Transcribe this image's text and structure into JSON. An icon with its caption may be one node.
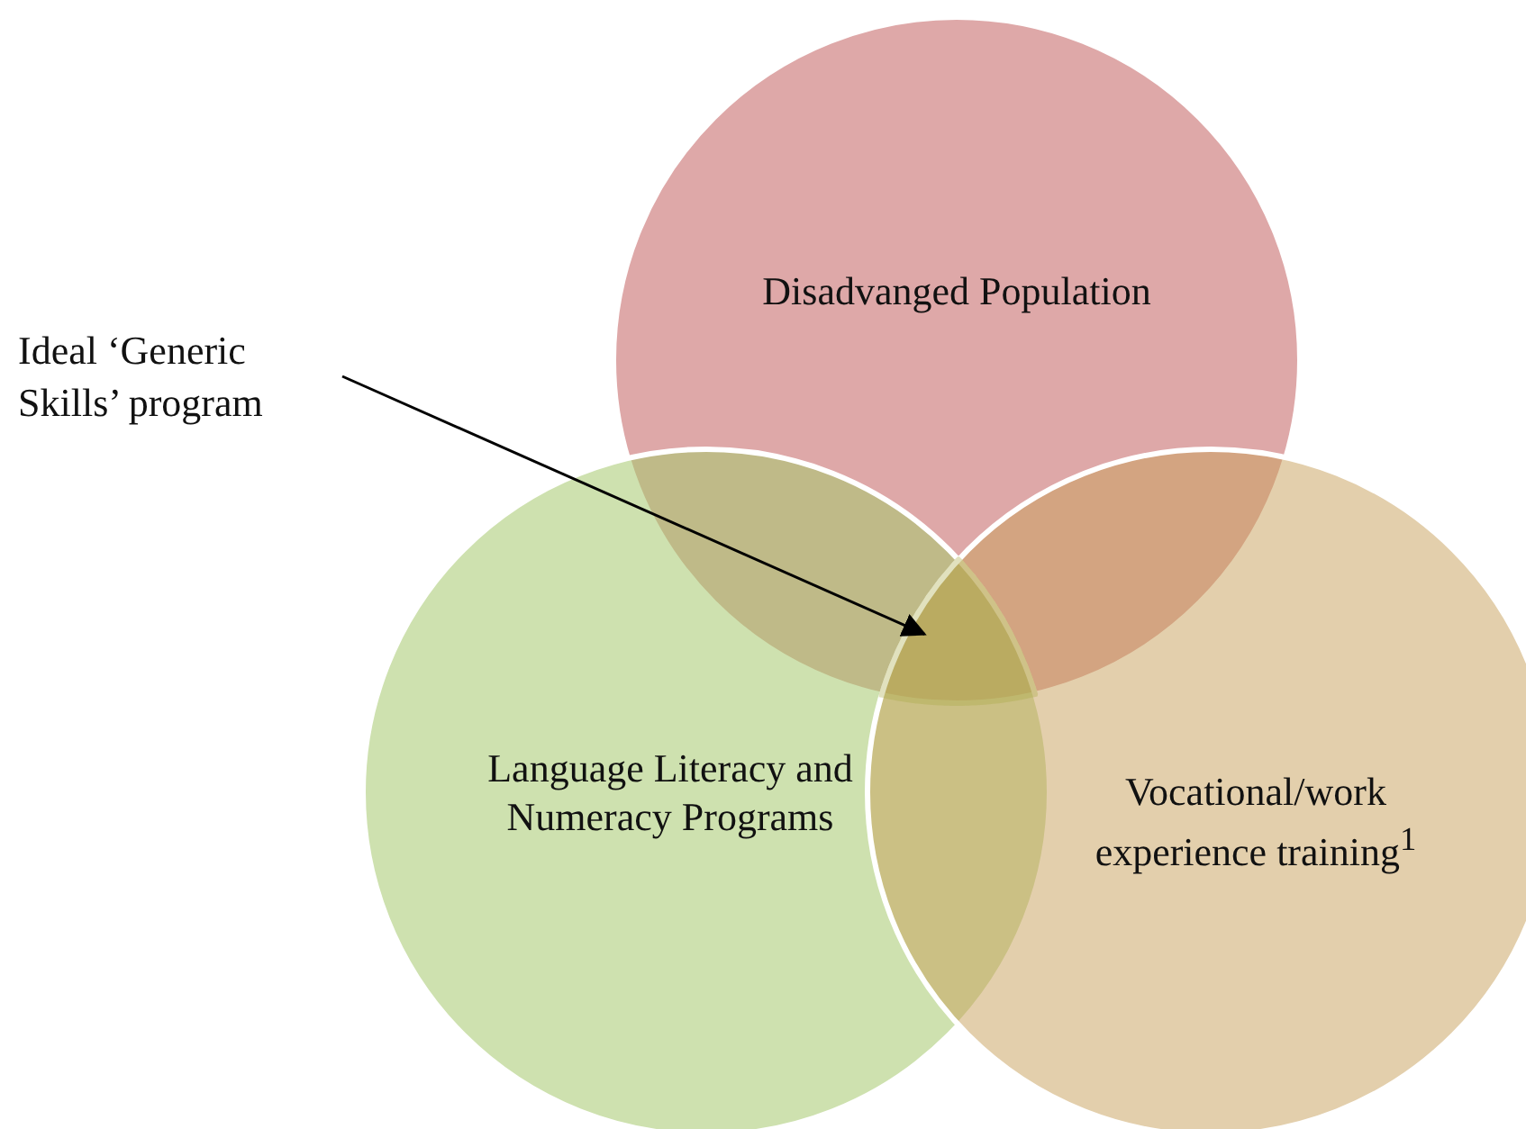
{
  "diagram": {
    "nodes": [
      {
        "text": [
          "Disadvanged Population"
        ]
      },
      {
        "text": [
          "Language Literacy and Numeracy Programs"
        ]
      },
      {
        "text": [
          "Vocational/work experience training$^{1}$"
        ]
      },
      {
        "text": [
          "Ideal ‘Generic Skills’ program"
        ]
      },
      {
        "text": [],
        "shape": "region"
      }
    ],
    "edges": [
      {
        "from": 3,
        "to": 4,
        "arrow": "to"
      }
    ]
  }
}
